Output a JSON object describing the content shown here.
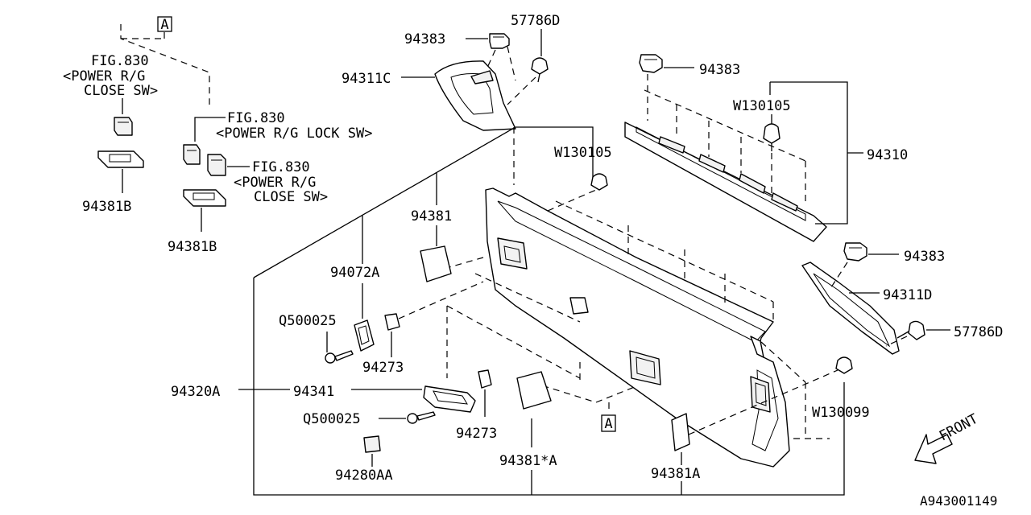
{
  "labels": {
    "ref_a_top": "A",
    "ref_a_bottom": "A",
    "fig830_close_sw_1_l1": "FIG.830",
    "fig830_close_sw_1_l2": "<POWER R/G",
    "fig830_close_sw_1_l3": "CLOSE SW>",
    "fig830_lock_sw_l1": "FIG.830",
    "fig830_lock_sw_l2": "<POWER R/G LOCK SW>",
    "fig830_close_sw_2_l1": "FIG.830",
    "fig830_close_sw_2_l2": "<POWER R/G",
    "fig830_close_sw_2_l3": "CLOSE SW>",
    "p94381B_1": "94381B",
    "p94381B_2": "94381B",
    "p94383_1": "94383",
    "p57786D_1": "57786D",
    "p94311C": "94311C",
    "p94383_2": "94383",
    "pW130105_1": "W130105",
    "pW130105_2": "W130105",
    "p94310": "94310",
    "p94381": "94381",
    "p94072A": "94072A",
    "pQ500025_1": "Q500025",
    "p94273_1": "94273",
    "p94320A": "94320A",
    "p94341": "94341",
    "pQ500025_2": "Q500025",
    "p94273_2": "94273",
    "p94280AA": "94280AA",
    "p94381_star_A": "94381*A",
    "p94381A": "94381A",
    "p94383_3": "94383",
    "p94311D": "94311D",
    "p57786D_2": "57786D",
    "pW130099": "W130099",
    "front": "FRONT",
    "diagram_id": "A943001149"
  }
}
